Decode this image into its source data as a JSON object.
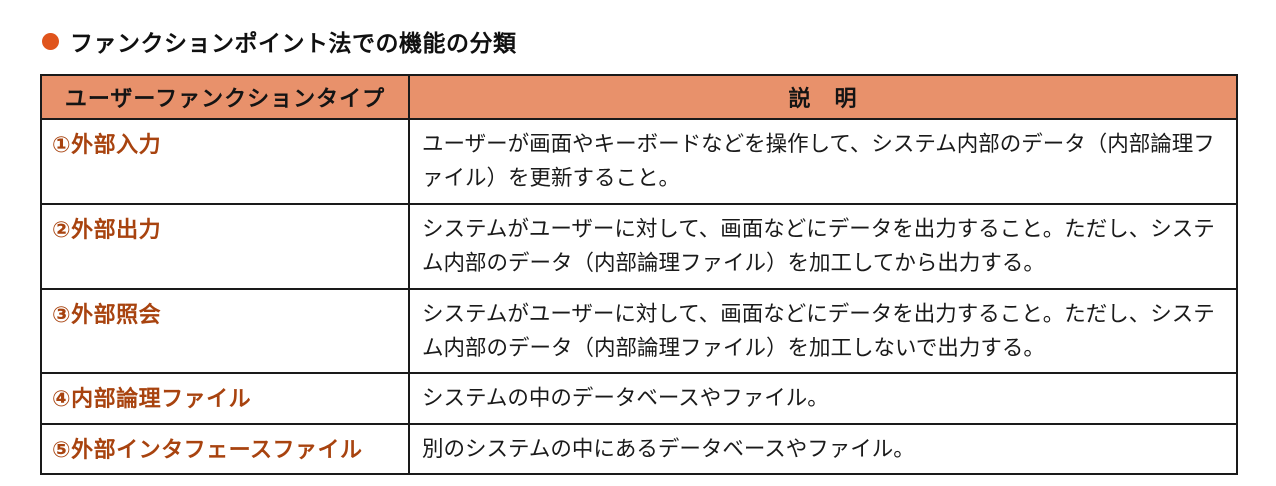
{
  "page": {
    "title": "ファンクションポイント法での機能の分類"
  },
  "colors": {
    "bullet": "#e0541c",
    "header_bg": "#e8916b",
    "type_text": "#a8430f",
    "border": "#1a1a1a"
  },
  "table": {
    "headers": [
      "ユーザーファンクションタイプ",
      "説　明"
    ],
    "rows": [
      {
        "type": "①外部入力",
        "description": "ユーザーが画面やキーボードなどを操作して、システム内部のデータ（内部論理ファイル）を更新すること。"
      },
      {
        "type": "②外部出力",
        "description": "システムがユーザーに対して、画面などにデータを出力すること。ただし、システム内部のデータ（内部論理ファイル）を加工してから出力する。"
      },
      {
        "type": "③外部照会",
        "description": "システムがユーザーに対して、画面などにデータを出力すること。ただし、システム内部のデータ（内部論理ファイル）を加工しないで出力する。"
      },
      {
        "type": "④内部論理ファイル",
        "description": "システムの中のデータベースやファイル。"
      },
      {
        "type": "⑤外部インタフェースファイル",
        "description": "別のシステムの中にあるデータベースやファイル。"
      }
    ]
  }
}
